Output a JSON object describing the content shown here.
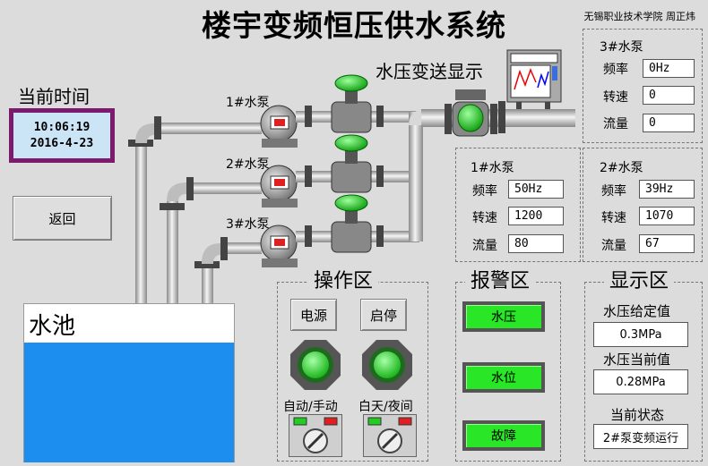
{
  "title": "楼宇变频恒压供水系统",
  "author": "无锡职业技术学院  周正炜",
  "clock": {
    "label": "当前时间",
    "time": "10:06:19",
    "date": "2016-4-23"
  },
  "back_button": "返回",
  "pool_label": "水池",
  "pressure_transmitter_label": "水压变送显示",
  "pumps": [
    "1#水泵",
    "2#水泵",
    "3#水泵"
  ],
  "row_labels": {
    "freq": "频率",
    "speed": "转速",
    "flow": "流量"
  },
  "pump_panels": {
    "p1": {
      "title": "1#水泵",
      "freq": "50Hz",
      "speed": "1200",
      "flow": "80"
    },
    "p2": {
      "title": "2#水泵",
      "freq": "39Hz",
      "speed": "1070",
      "flow": "67"
    },
    "p3": {
      "title": "3#水泵",
      "freq": "0Hz",
      "speed": "0",
      "flow": "0"
    }
  },
  "operation": {
    "title": "操作区",
    "power_button": "电源",
    "start_stop_button": "启停",
    "auto_manual": "自动/手动",
    "day_night": "白天/夜间"
  },
  "alarm": {
    "title": "报警区",
    "items": [
      "水压",
      "水位",
      "故障"
    ],
    "color": "#29e626"
  },
  "display": {
    "title": "显示区",
    "setpoint_label": "水压给定值",
    "setpoint_value": "0.3MPa",
    "current_label": "水压当前值",
    "current_value": "0.28MPa",
    "state_label": "当前状态",
    "state_value": "2#泵变频运行"
  },
  "colors": {
    "water": "#1b8ef0",
    "clock_frame": "#7c1a6e",
    "indicator": "#29e626"
  }
}
